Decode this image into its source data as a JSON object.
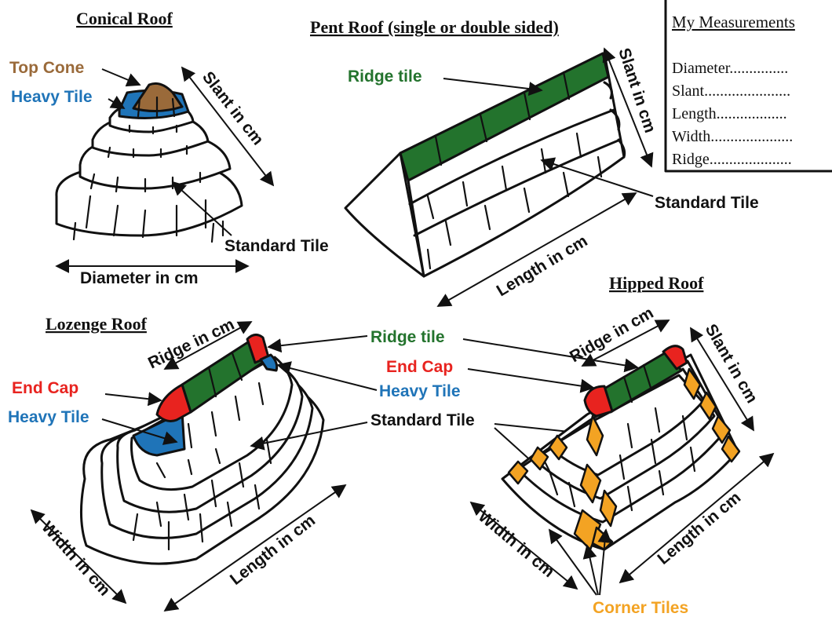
{
  "colors": {
    "top_cone": "#9a6a3a",
    "heavy_tile": "#1f74b8",
    "ridge_tile": "#23732d",
    "end_cap": "#e8231f",
    "corner_tiles": "#f3a323",
    "ink": "#111111"
  },
  "conical": {
    "title": "Conical Roof",
    "top_cone": "Top Cone",
    "heavy_tile": "Heavy Tile",
    "slant": "Slant in cm",
    "standard_tile": "Standard Tile",
    "diameter": "Diameter in cm"
  },
  "pent": {
    "title": "Pent Roof (single or double sided)",
    "ridge_tile": "Ridge tile",
    "slant": "Slant in cm",
    "standard_tile": "Standard Tile",
    "length": "Length in cm"
  },
  "measurements": {
    "title": "My Measurements",
    "rows": [
      "Diameter...............",
      "Slant......................",
      "Length..................",
      "Width.....................",
      "Ridge....................."
    ]
  },
  "lozenge": {
    "title": "Lozenge Roof",
    "ridge": "Ridge in cm",
    "end_cap": "End Cap",
    "heavy_tile": "Heavy Tile",
    "width": "Width in cm",
    "length": "Length in cm"
  },
  "shared": {
    "ridge_tile": "Ridge tile",
    "end_cap": "End Cap",
    "heavy_tile": "Heavy Tile",
    "standard_tile": "Standard Tile"
  },
  "hipped": {
    "title": "Hipped Roof",
    "ridge": "Ridge in cm",
    "slant": "Slant in cm",
    "width": "Width in cm",
    "length": "Length in cm",
    "corner_tiles": "Corner Tiles"
  }
}
